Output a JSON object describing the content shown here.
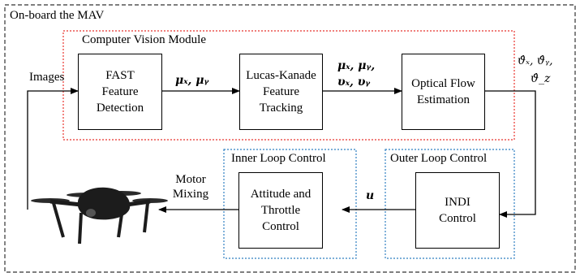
{
  "mav_label": "On-board the MAV",
  "cv_module_label": "Computer Vision Module",
  "inner_loop_label": "Inner Loop Control",
  "outer_loop_label": "Outer Loop Control",
  "images_label": "Images",
  "motor_label": [
    "Motor",
    "Mixing"
  ],
  "blocks": {
    "fast": [
      "FAST",
      "Feature",
      "Detection"
    ],
    "lk": [
      "Lucas-Kanade",
      "Feature",
      "Tracking"
    ],
    "of": [
      "Optical Flow",
      "Estimation"
    ],
    "attitude": [
      "Attitude and",
      "Throttle",
      "Control"
    ],
    "indi": [
      "INDI",
      "Control"
    ]
  },
  "signals": {
    "fast_to_lk": "μₓ, μᵧ",
    "lk_to_of_line1": "μₓ, μᵧ,",
    "lk_to_of_line2": "υₓ, υᵧ",
    "of_out_line1": "ϑ̂ₓ, ϑ̂ᵧ,",
    "of_out_line2": "ϑ̂_z",
    "u": "u"
  },
  "colors": {
    "cv_border": "#e8332c",
    "loop_border": "#2f7fc1",
    "mav_border": "#333333"
  },
  "icons": {
    "drone": "drone-icon"
  }
}
